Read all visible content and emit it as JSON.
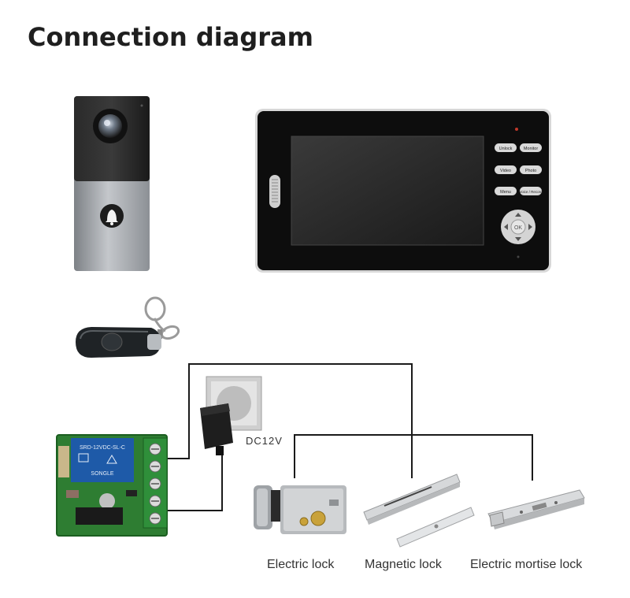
{
  "title": "Connection diagram",
  "power_label": "DC12V",
  "monitor": {
    "buttons": [
      "Unlock",
      "Monitor",
      "Video",
      "Photo",
      "Menu",
      "Voice / Record"
    ],
    "ok_label": "OK"
  },
  "relay_board": {
    "relay_text": [
      "SRD-12VDC-SL-C",
      "SONGLE"
    ]
  },
  "locks": [
    {
      "label": "Electric lock"
    },
    {
      "label": "Magnetic lock"
    },
    {
      "label": "Electric mortise lock"
    }
  ],
  "colors": {
    "wire": "#1a1a1a",
    "doorbell_top": "#1e1e1e",
    "doorbell_bottom": "#9a9ea3",
    "monitor_frame": "#111111",
    "relay_board": "#2e7d32",
    "terminal": "#2f8f3a",
    "relay": "#1e5aa8"
  }
}
